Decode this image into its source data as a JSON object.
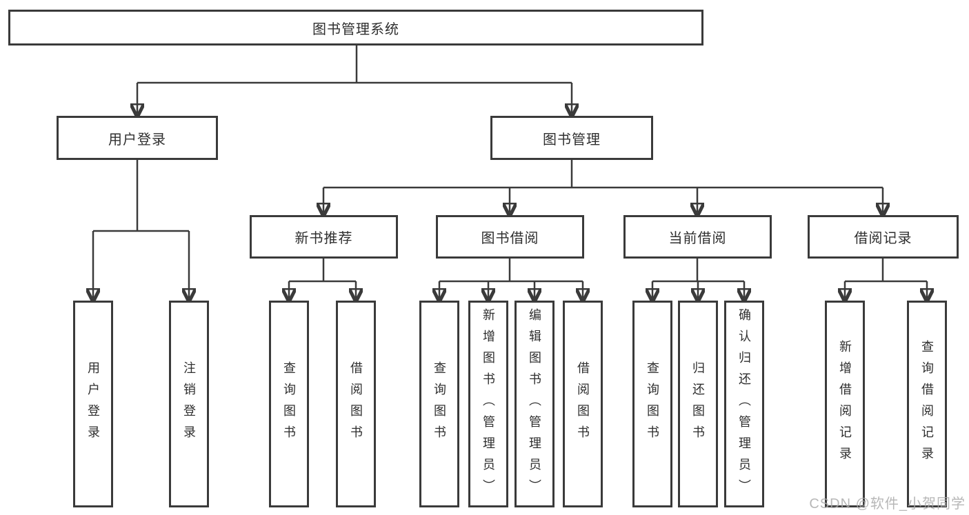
{
  "colors": {
    "line": "#3a3a3a",
    "text": "#2e2e2e",
    "background": "#ffffff",
    "watermark": "#aaaaaa"
  },
  "diagram": {
    "root": {
      "label": "图书管理系统"
    },
    "level2": {
      "user_login": {
        "label": "用户登录"
      },
      "book_management": {
        "label": "图书管理"
      }
    },
    "level3": {
      "new_book_recommend": {
        "label": "新书推荐"
      },
      "book_borrow": {
        "label": "图书借阅"
      },
      "current_borrow": {
        "label": "当前借阅"
      },
      "borrow_record": {
        "label": "借阅记录"
      }
    },
    "leaves": {
      "user_login": [
        "用户登录",
        "注销登录"
      ],
      "new_book_recommend": [
        "查询图书",
        "借阅图书"
      ],
      "book_borrow": [
        "查询图书",
        "新增图书（管理员）",
        "编辑图书（管理员）",
        "借阅图书"
      ],
      "current_borrow": [
        "查询图书",
        "归还图书",
        "确认归还（管理员）"
      ],
      "borrow_record": [
        "新增借阅记录",
        "查询借阅记录"
      ]
    },
    "watermark": "CSDN @软件_小贺同学"
  }
}
